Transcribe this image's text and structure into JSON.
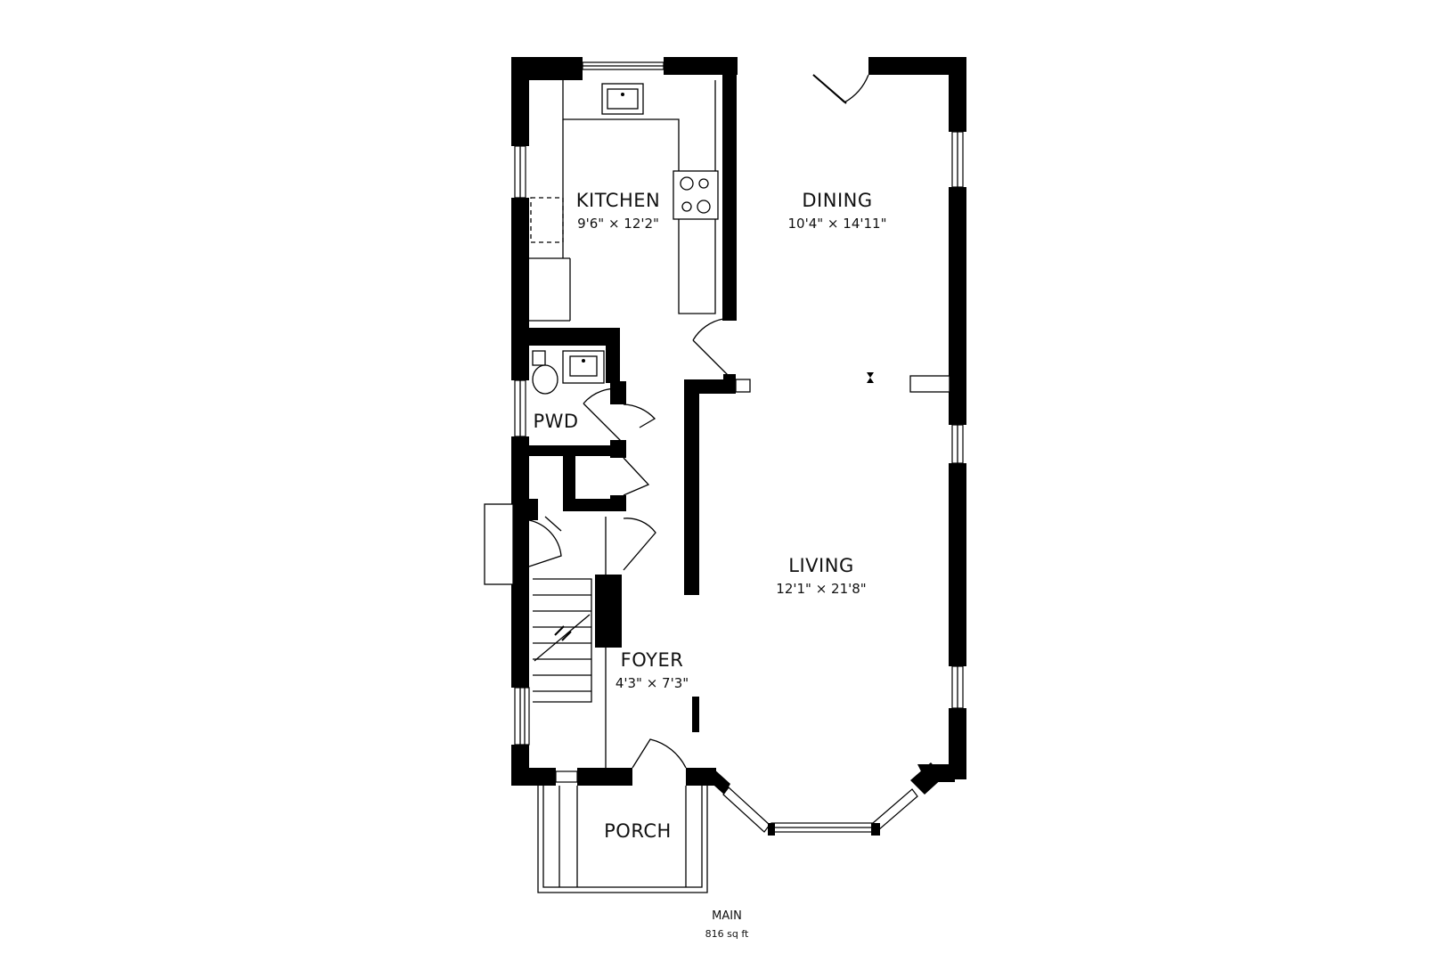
{
  "rooms": {
    "kitchen": {
      "name": "KITCHEN",
      "dims": "9'6\" × 12'2\""
    },
    "dining": {
      "name": "DINING",
      "dims": "10'4\" × 14'11\""
    },
    "pwd": {
      "name": "PWD"
    },
    "living": {
      "name": "LIVING",
      "dims": "12'1\" × 21'8\""
    },
    "foyer": {
      "name": "FOYER",
      "dims": "4'3\" × 7'3\""
    },
    "porch": {
      "name": "PORCH"
    }
  },
  "floor": {
    "name": "MAIN",
    "area": "816 sq ft"
  },
  "colors": {
    "wall": "#000000",
    "background": "#ffffff"
  }
}
